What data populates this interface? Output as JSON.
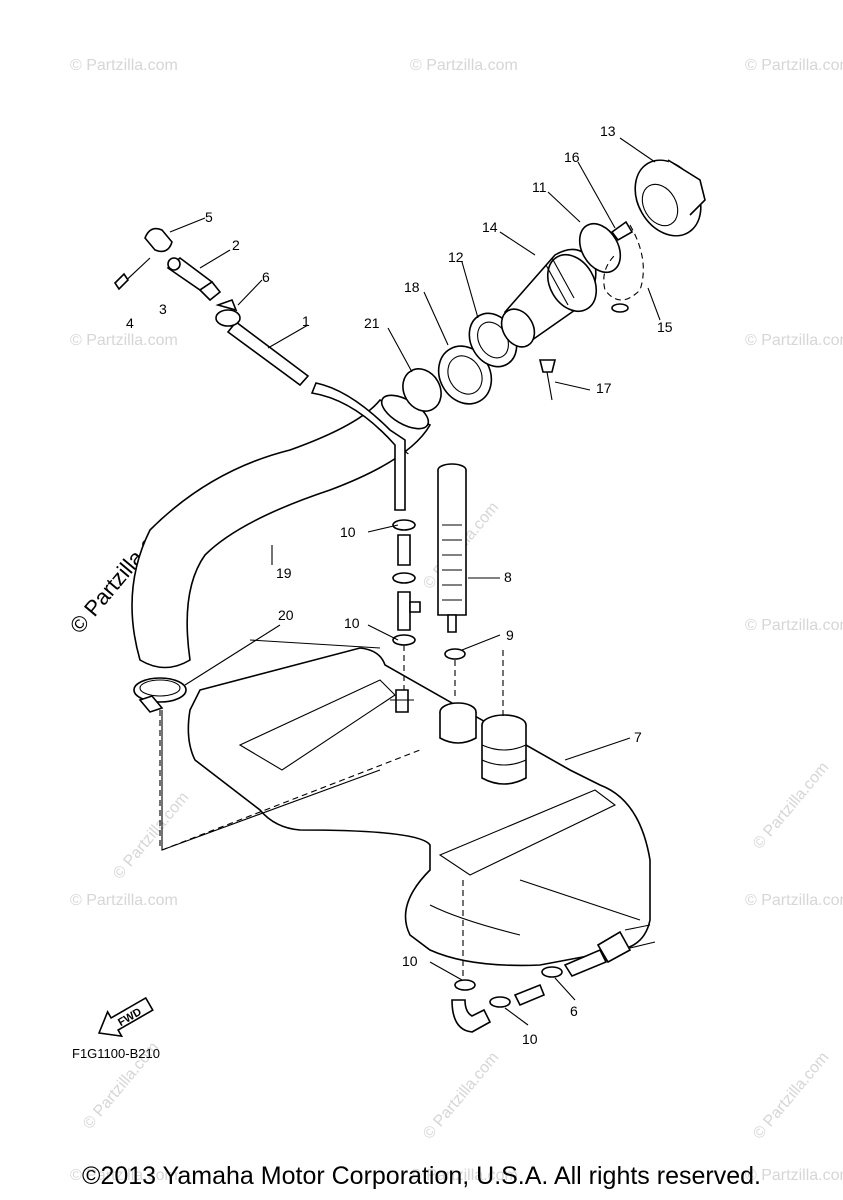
{
  "watermark": {
    "text": "© Partzilla.com",
    "small_text": "© Partzilla.com"
  },
  "diagram_code": "F1G1100-B210",
  "fwd_label": "FWD",
  "callouts": [
    "1",
    "2",
    "3",
    "4",
    "5",
    "6",
    "7",
    "8",
    "9",
    "10",
    "11",
    "12",
    "13",
    "14",
    "15",
    "16",
    "17",
    "18",
    "19",
    "20",
    "21"
  ],
  "copyright": "©2013 Yamaha Motor Corporation, U.S.A. All rights reserved."
}
